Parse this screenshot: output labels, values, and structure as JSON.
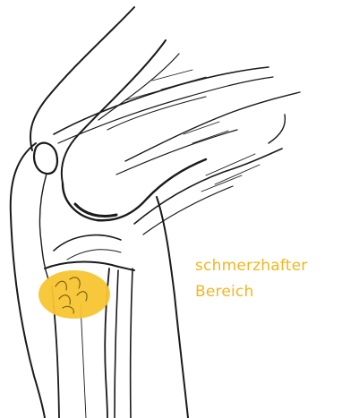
{
  "annotation": {
    "lines": [
      "schmerzhafter",
      "Bereich"
    ],
    "color": "#f5b51e"
  },
  "highlight": {
    "label": "painful-area",
    "fill": "#f7c531"
  },
  "line_color": "#1a1a1a"
}
